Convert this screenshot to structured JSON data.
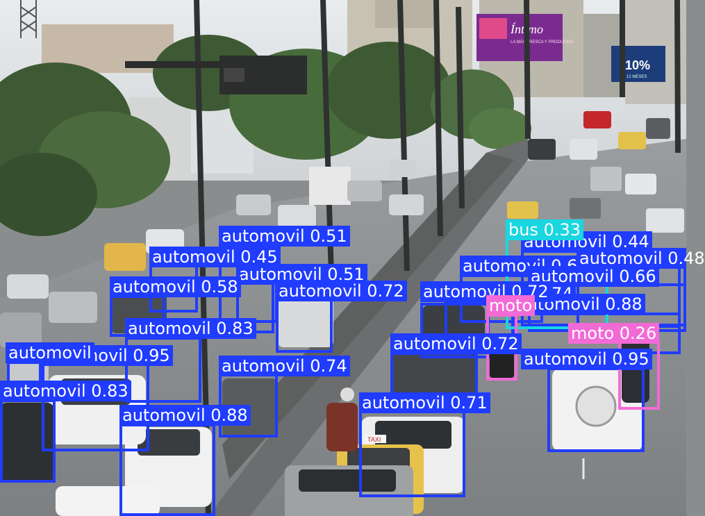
{
  "image": {
    "description_icon": "traffic-photo",
    "colors": {
      "automovil": "#1f3cff",
      "moto": "#f26ad6",
      "bus": "#19d6e0"
    },
    "billboards": {
      "intimo_text": "Íntimo",
      "intimo_sub": "LA MÁS FRESCA Y PRODUCIDA",
      "discount_text": "10%",
      "discount_sub": "12 MESES"
    },
    "taxi_sign": "TAXI"
  },
  "detections": [
    {
      "label": "automovil 0.51"
    },
    {
      "label": "automovil 0.45"
    },
    {
      "label": "automovil 0.51"
    },
    {
      "label": "automovil 0.58"
    },
    {
      "label": "automovil 0.72"
    },
    {
      "label": "automovil 0.83"
    },
    {
      "label": "automovil 0.95"
    },
    {
      "label": "automovil 0.83"
    },
    {
      "label": "automovil 0.74"
    },
    {
      "label": "automovil 0.88"
    },
    {
      "label": "automovil 0.72"
    },
    {
      "label": "automovil 0.71"
    },
    {
      "label": "automovil 0.68"
    },
    {
      "label": "automovil 0.44"
    },
    {
      "label": "automovil 0.48"
    },
    {
      "label": "automovil 0.66"
    },
    {
      "label": "automovil 0.74"
    },
    {
      "label": "automovil 0.88"
    },
    {
      "label": "automovil 0.95"
    },
    {
      "label": "automovil 0.72"
    },
    {
      "label": "bus 0.33"
    },
    {
      "label": "moto 0.26"
    },
    {
      "label": "moto"
    },
    {
      "label": "automovil"
    }
  ]
}
